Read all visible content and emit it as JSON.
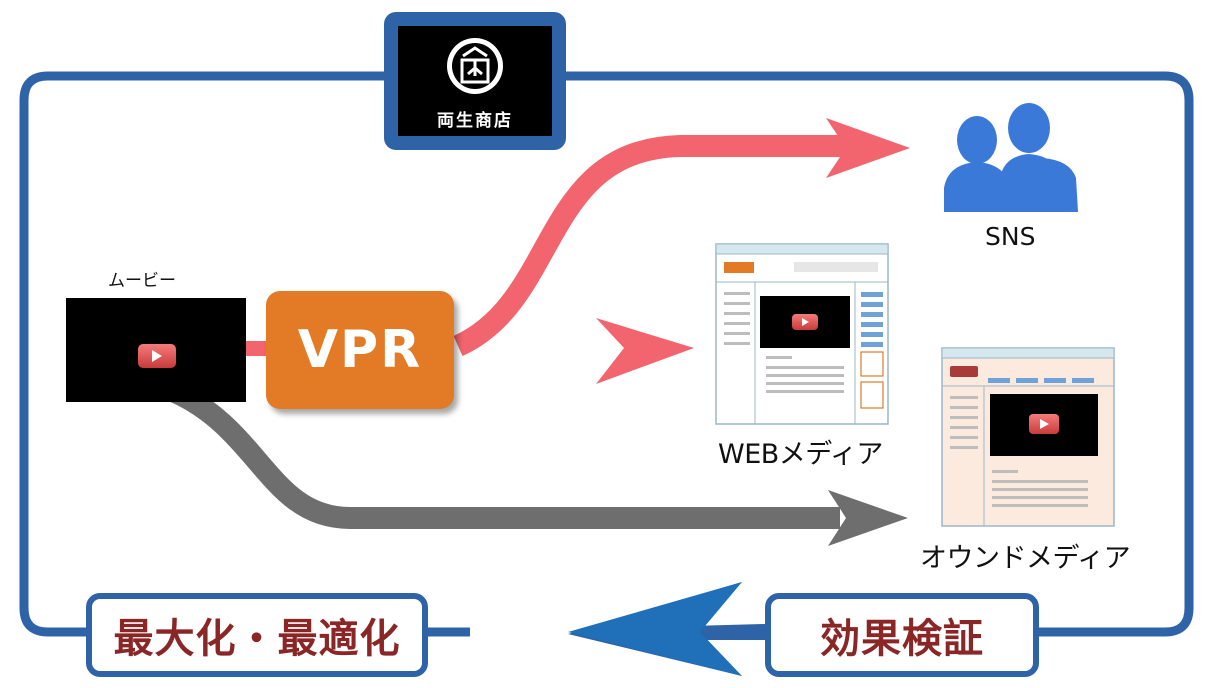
{
  "logo": {
    "brand_text": "両生商店",
    "icon": "shop-emblem-icon"
  },
  "source": {
    "label": "ムービー",
    "icon": "play-button-icon"
  },
  "vpr": {
    "label": "VPR"
  },
  "targets": {
    "sns": {
      "label": "SNS",
      "icon": "users-icon"
    },
    "web_media": {
      "label": "WEBメディア",
      "icon": "web-page-icon"
    },
    "owned_media": {
      "label": "オウンドメディア",
      "icon": "web-page-icon"
    }
  },
  "loop": {
    "left_label": "最大化・最適化",
    "right_label": "効果検証"
  },
  "colors": {
    "loop_blue": "#2f63a8",
    "vpr_orange": "#e27a26",
    "arrow_pink": "#f2646e",
    "arrow_gray": "#6e6e6e",
    "badge_text": "#8a2626",
    "sns_blue": "#3b79d8",
    "owned_bg": "#fbeadd"
  }
}
